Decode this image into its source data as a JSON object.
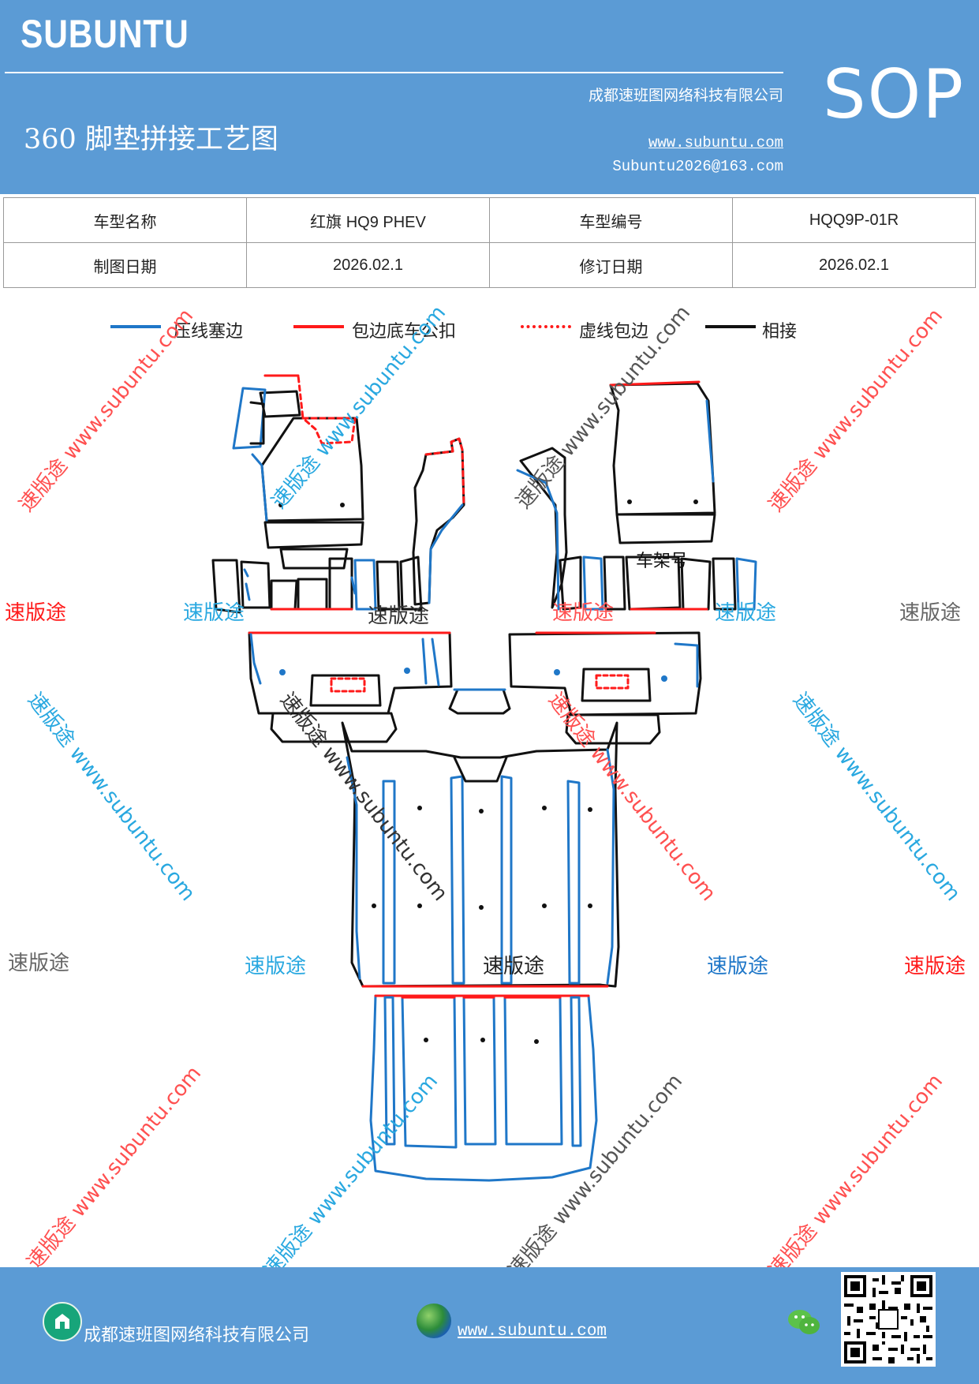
{
  "header": {
    "brand": "SUBUNTU",
    "company": "成都速班图网络科技有限公司",
    "title": "360 脚垫拼接工艺图",
    "website": "www.subuntu.com",
    "email": "Subuntu2026@163.com",
    "badge": "SOP"
  },
  "info": {
    "row1": [
      "车型名称",
      "红旗 HQ9 PHEV",
      "车型编号",
      "HQQ9P-01R"
    ],
    "row2": [
      "制图日期",
      "2026.02.1",
      "修订日期",
      "2026.02.1"
    ]
  },
  "legend": [
    {
      "label": "压线塞边",
      "color": "#1f77c8",
      "style": "solid"
    },
    {
      "label": "包边底车公扣",
      "color": "#ff1a1a",
      "style": "solid"
    },
    {
      "label": "虚线包边",
      "color": "#ff1a1a",
      "style": "dotted"
    },
    {
      "label": "相接",
      "color": "#111111",
      "style": "solid"
    }
  ],
  "drawing": {
    "annotation": "车架号"
  },
  "watermarks": {
    "brand": "速版途",
    "site": "www.subuntu.com",
    "combined": "速版途 www.subuntu.com"
  },
  "footer": {
    "company": "成都速班图网络科技有限公司",
    "website": "www.subuntu.com"
  },
  "colors": {
    "header_bg": "#5b9bd5",
    "blue_line": "#1f77c8",
    "red_line": "#ff1a1a",
    "black_line": "#111111"
  }
}
